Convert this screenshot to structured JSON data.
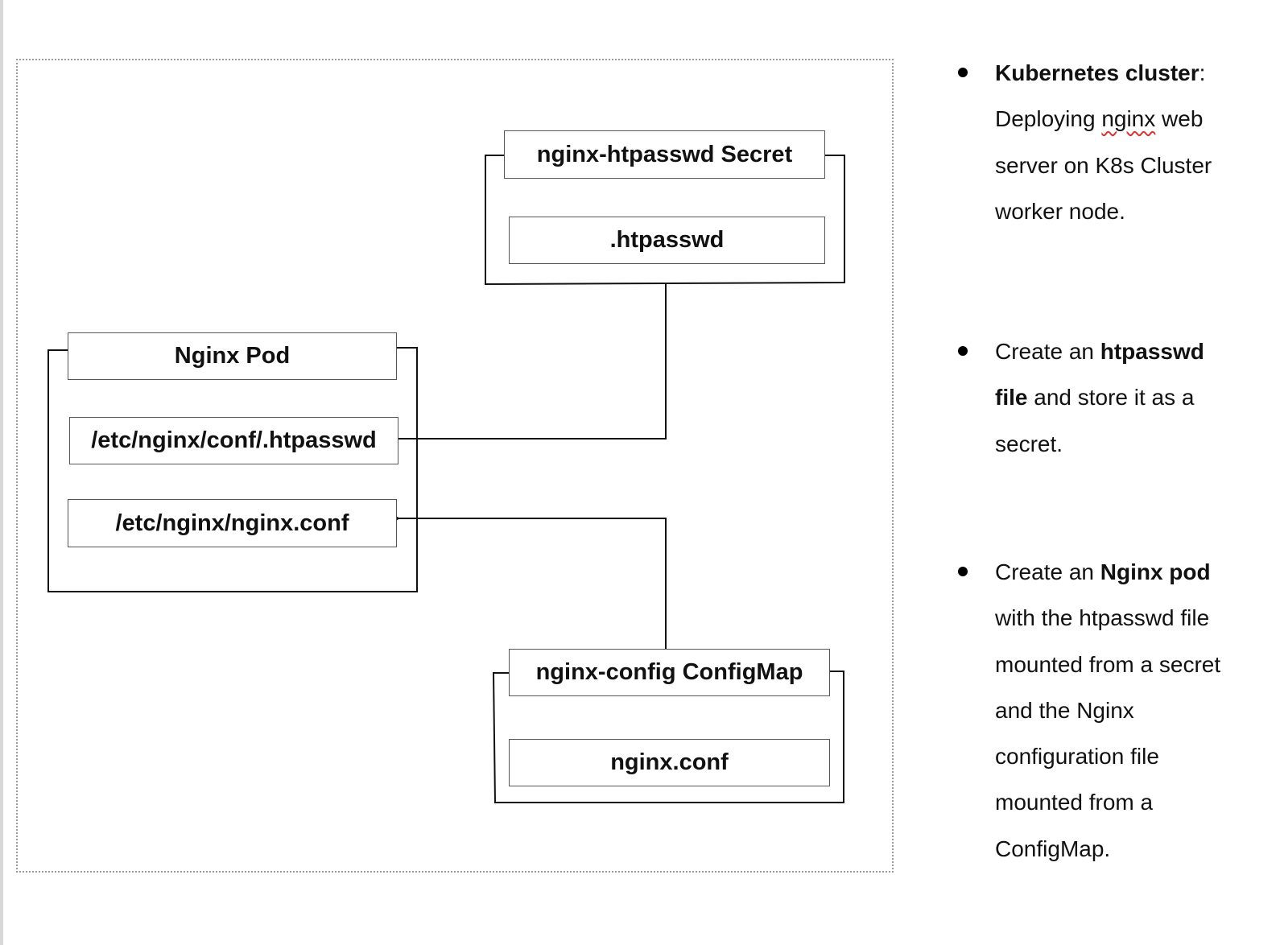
{
  "diagram": {
    "secret": {
      "title": "nginx-htpasswd Secret",
      "item": ".htpasswd"
    },
    "pod": {
      "title": "Nginx Pod",
      "mount_htpasswd": "/etc/nginx/conf/.htpasswd",
      "mount_conf": "/etc/nginx/nginx.conf"
    },
    "configmap": {
      "title": "nginx-config ConfigMap",
      "item": "nginx.conf"
    }
  },
  "notes": {
    "bullet1": {
      "bold": "Kubernetes cluster",
      "colon": ":",
      "text_before": "Deploying ",
      "squiggle_word": "nginx",
      "text_after": " web server on K8s Cluster worker node."
    },
    "bullet2": {
      "prefix": "Create an ",
      "bold1": "htpasswd",
      "bold2": "file",
      "suffix": " and store it as a secret."
    },
    "bullet3": {
      "prefix": "Create an ",
      "bold": "Nginx pod",
      "suffix": " with the htpasswd file mounted from a secret and the Nginx configuration file mounted from a ConfigMap."
    }
  }
}
